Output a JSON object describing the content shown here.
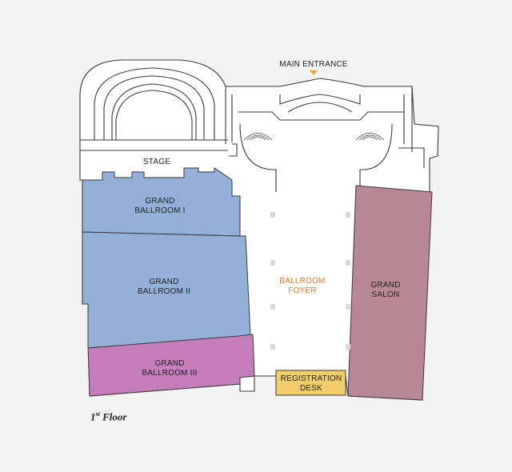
{
  "map": {
    "main_entrance": "MAIN ENTRANCE",
    "stage": "STAGE",
    "rooms": [
      {
        "id": "grand-ballroom-i",
        "lines": [
          "GRAND",
          "BALLROOM I"
        ],
        "color": "#94b0d9"
      },
      {
        "id": "grand-ballroom-ii",
        "lines": [
          "GRAND",
          "BALLROOM II"
        ],
        "color": "#94b0d9"
      },
      {
        "id": "grand-ballroom-iii",
        "lines": [
          "GRAND",
          "BALLROOM III"
        ],
        "color": "#c67dbb"
      },
      {
        "id": "grand-salon",
        "lines": [
          "GRAND",
          "SALON"
        ],
        "color": "#b98795"
      },
      {
        "id": "registration-desk",
        "lines": [
          "REGISTRATION",
          "DESK"
        ],
        "color": "#f3cd6a"
      }
    ],
    "foyer": {
      "lines": [
        "BALLROOM",
        "FOYER"
      ],
      "color": "#e8792b"
    },
    "entrance_marker_color": "#f0a23c",
    "floor": {
      "number": "1",
      "suffix": "st",
      "word": "Floor"
    }
  }
}
